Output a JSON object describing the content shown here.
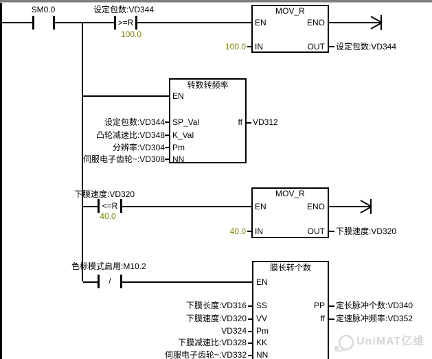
{
  "colors": {
    "wire": "#000000",
    "constant": "#7f7f00",
    "watermark": "#d6d6d6",
    "top_strip": "#808080"
  },
  "rung1": {
    "contact_sm_label": "SM0.0",
    "cmp_label": "设定包数:VD344",
    "cmp_op": ">=R",
    "cmp_value": "100.0",
    "mov": {
      "title": "MOV_R",
      "pin_en": "EN",
      "pin_eno": "ENO",
      "pin_in": "IN",
      "pin_out": "OUT",
      "in_value": "100.0",
      "out_operand": "设定包数:VD344"
    }
  },
  "rung2": {
    "box_title": "转数转频率",
    "pin_en": "EN",
    "inputs": [
      {
        "operand": "设定包数:VD344",
        "pin": "SP_Val"
      },
      {
        "operand": "凸轮减速比:VD348",
        "pin": "K_Val"
      },
      {
        "operand": "分辨率:VD304",
        "pin": "Pm"
      },
      {
        "operand": "伺服电子齿轮~:VD308",
        "pin": "NN"
      }
    ],
    "output_pin": "ff",
    "output_operand": "VD312"
  },
  "rung3": {
    "cmp_label": "下膜速度:VD320",
    "cmp_op": "<=R",
    "cmp_value": "40.0",
    "mov": {
      "title": "MOV_R",
      "pin_en": "EN",
      "pin_eno": "ENO",
      "pin_in": "IN",
      "pin_out": "OUT",
      "in_value": "40.0",
      "out_operand": "下膜速度:VD320"
    }
  },
  "rung4": {
    "contact_label": "色标模式启用:M10.2",
    "contact_symbol": "/",
    "box_title": "膜长转个数",
    "pin_en": "EN",
    "inputs": [
      {
        "operand": "下膜长度:VD316",
        "pin": "SS"
      },
      {
        "operand": "下膜速度:VD320",
        "pin": "VV"
      },
      {
        "operand": "VD324",
        "pin": "Pm"
      },
      {
        "operand": "下膜减速比:VD328",
        "pin": "KK"
      },
      {
        "operand": "伺服电子齿轮~:VD332",
        "pin": "NN"
      }
    ],
    "outputs": [
      {
        "pin": "PP",
        "operand": "定长脉冲个数:VD340"
      },
      {
        "pin": "ff",
        "operand": "定速脉冲频率:VD352"
      }
    ]
  },
  "watermark": {
    "text": "UniMAT亿维"
  }
}
